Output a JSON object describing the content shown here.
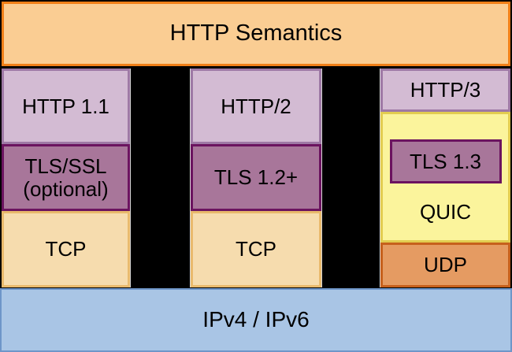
{
  "diagram": {
    "title": "HTTP Semantics",
    "network": "IPv4 / IPv6",
    "col1": {
      "app": "HTTP 1.1",
      "tls_line1": "TLS/SSL",
      "tls_line2": "(optional)",
      "transport": "TCP"
    },
    "col2": {
      "app": "HTTP/2",
      "tls": "TLS 1.2+",
      "transport": "TCP"
    },
    "col3": {
      "app": "HTTP/3",
      "tls": "TLS 1.3",
      "container": "QUIC",
      "transport": "UDP"
    }
  },
  "colors": {
    "background": "#000000",
    "semantics_fill": "#FACD93",
    "semantics_border": "#F08018",
    "http_fill": "#D3BBD3",
    "http_border": "#9E79A5",
    "tls_fill": "#A8769A",
    "tls_border": "#6B135F",
    "tcp_fill": "#F6DCAE",
    "tcp_border": "#E9BA6C",
    "quic_fill": "#FBF49C",
    "quic_border": "#E2CC50",
    "udp_fill": "#E59B62",
    "udp_border": "#C6601C",
    "ip_fill": "#A9C5E5",
    "ip_border": "#6E96C9",
    "text": "#000000"
  }
}
